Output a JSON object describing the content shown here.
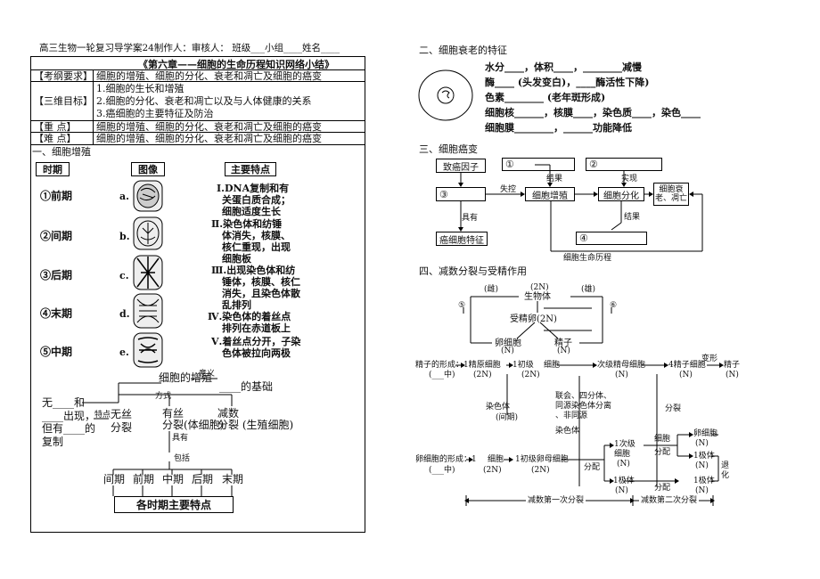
{
  "header": {
    "text": "高三生物一轮复习导学案24制作人：审核人：  班级___小组____姓名____"
  },
  "left": {
    "title": "《第六章——细胞的生命历程知识网络小结》",
    "rows": [
      {
        "label": "【考纲要求】",
        "content": "细胞的增殖、细胞的分化、衰老和凋亡及细胞的癌变"
      },
      {
        "label": "【三维目标】",
        "lines": [
          "1.细胞的生长和增殖",
          "2.细胞的分化、衰老和凋亡以及与人体健康的关系",
          "3.癌细胞的主要特征及防治"
        ]
      },
      {
        "label": "【重    点】",
        "content": "细胞的增殖、细胞的分化、衰老和凋亡及细胞的癌变"
      },
      {
        "label": "【难    点】",
        "content": "细胞的增殖、细胞的分化、衰老和凋亡及细胞的癌变"
      }
    ],
    "section1": "一、细胞增殖",
    "col_headers": [
      "时期",
      "图像",
      "主要特点"
    ],
    "phases": [
      "①前期",
      "②间期",
      "③后期",
      "④末期",
      "⑤中期"
    ],
    "img_labels": [
      "a.",
      "b.",
      "c.",
      "d.",
      "e."
    ],
    "features": [
      [
        "Ⅰ.DNA复制和有",
        "关蛋白质合成；",
        "细胞适度生长"
      ],
      [
        "Ⅱ.染色体和纺锤",
        "体消失，核膜、",
        "核仁重现，出现",
        "细胞板"
      ],
      [
        "Ⅲ.出现染色体和纺",
        "锤体，核膜、核仁",
        "消失，且染色体散",
        "乱排列"
      ],
      [
        "Ⅳ.染色体的着丝点",
        "排列在赤道板上"
      ],
      [
        "Ⅴ.着丝点分开，子染",
        "色体被拉向两极"
      ]
    ],
    "tree": {
      "root": "细胞的增殖",
      "meaning": "意义",
      "basis": "____的基础",
      "method": "方式",
      "nothing": "无____和",
      "appear": "____出现，",
      "feature": "特点",
      "wusi": "无丝",
      "fenlie": "分裂",
      "but": "但有____的",
      "copy": "复制",
      "yousi": "有丝",
      "yousi2": "分裂(体细胞)",
      "juyou": "具有",
      "jianshu": "减数",
      "jianshu2": "分裂 (生殖细胞)",
      "include": "包括",
      "stages": [
        "间期",
        "前期",
        "中期",
        "后期",
        "末期"
      ],
      "footer": "各时期主要特点"
    }
  },
  "right": {
    "sec2": "二、细胞衰老的特征",
    "aging": {
      "l1": "水分____，体积____，________减慢",
      "l2": "酶____ (头发变白)，____酶活性下降)",
      "l3": "色素________ (老年斑形成)",
      "l4": "细胞核______，核膜____，染色质____，染色____",
      "l5": "细胞膜________，______功能降低"
    },
    "sec3": "三、细胞癌变",
    "cancer": {
      "factor": "致癌因子",
      "b1": "①",
      "b2": "②",
      "b3": "③",
      "b4": "④",
      "result": "结果",
      "shikong": "失控",
      "shixian": "实现",
      "result2": "结果",
      "zengzhi": "细胞增殖",
      "fenhua": "细胞分化",
      "shuailao": "细胞衰老、凋亡",
      "juyou": "具有",
      "feature": "癌细胞特征",
      "history": "细胞生命历程"
    },
    "sec4": "四、减数分裂与受精作用",
    "meiosis": {
      "ci": "(雌)",
      "xiong": "(雄)",
      "n2": "(2N)",
      "organism": "生物体",
      "q5": "⑤",
      "q6": "⑥",
      "zygote": "受精卵(2N)",
      "egg": "卵细胞",
      "sperm": "精子",
      "n": "(N)",
      "spermform": "精子的形成：1精原细胞",
      "pre1": "(___中)",
      "to1": "1初级",
      "cell": "细胞",
      "n2a": "(2N)",
      "sec_sp": "次级精母细胞",
      "four_sp": "4精子细胞",
      "bianxing": "变形",
      "jingzi": "精子",
      "nn": "(N)",
      "chrom": "染色体",
      "jian": "(间期)",
      "lianhui": "联会、四分体、",
      "tongyuan": "同源染色体分离",
      "feitongyuan": "、非同源",
      "chrom2": "染色体",
      "fenlie": "分裂",
      "eggform": "卵细胞的形成：1",
      "to_cell": "细胞",
      "primary": "1初级卵母细胞",
      "fenpei": "分配",
      "sec_ci": "1次级",
      "xibao": "细胞",
      "luan": "卵细胞",
      "jiti": "1极体",
      "tuihua": "退化",
      "m1": "减数第一次分裂",
      "m2": "减数第二次分裂"
    }
  }
}
